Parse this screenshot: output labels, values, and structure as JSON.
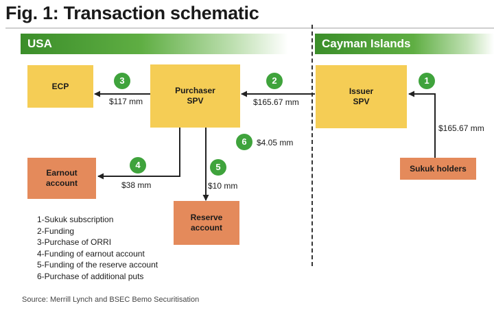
{
  "title": "Fig. 1: Transaction schematic",
  "regions": {
    "usa": "USA",
    "cayman": "Cayman Islands"
  },
  "boxes": {
    "ecp": "ECP",
    "purchaser_spv": "Purchaser\nSPV",
    "issuer_spv": "Issuer\nSPV",
    "earnout_account": "Earnout\naccount",
    "reserve_account": "Reserve\naccount",
    "sukuk_holders": "Sukuk holders"
  },
  "flows": [
    {
      "step": "1",
      "amount": "$165.67 mm"
    },
    {
      "step": "2",
      "amount": "$165.67 mm"
    },
    {
      "step": "3",
      "amount": "$117 mm"
    },
    {
      "step": "4",
      "amount": "$38 mm"
    },
    {
      "step": "5",
      "amount": "$10 mm"
    },
    {
      "step": "6",
      "amount": "$4.05 mm"
    }
  ],
  "legend": [
    "1-Sukuk subscription",
    "2-Funding",
    "3-Purchase of ORRI",
    "4-Funding of earnout account",
    "5-Funding of the reserve account",
    "6-Purchase of additional puts"
  ],
  "source": "Source: Merrill Lynch and BSEC Bemo Securitisation",
  "colors": {
    "region_green": "#3b8e2a",
    "badge_green": "#3fa33c",
    "box_yellow": "#f5cd55",
    "box_orange": "#e48a5b"
  }
}
